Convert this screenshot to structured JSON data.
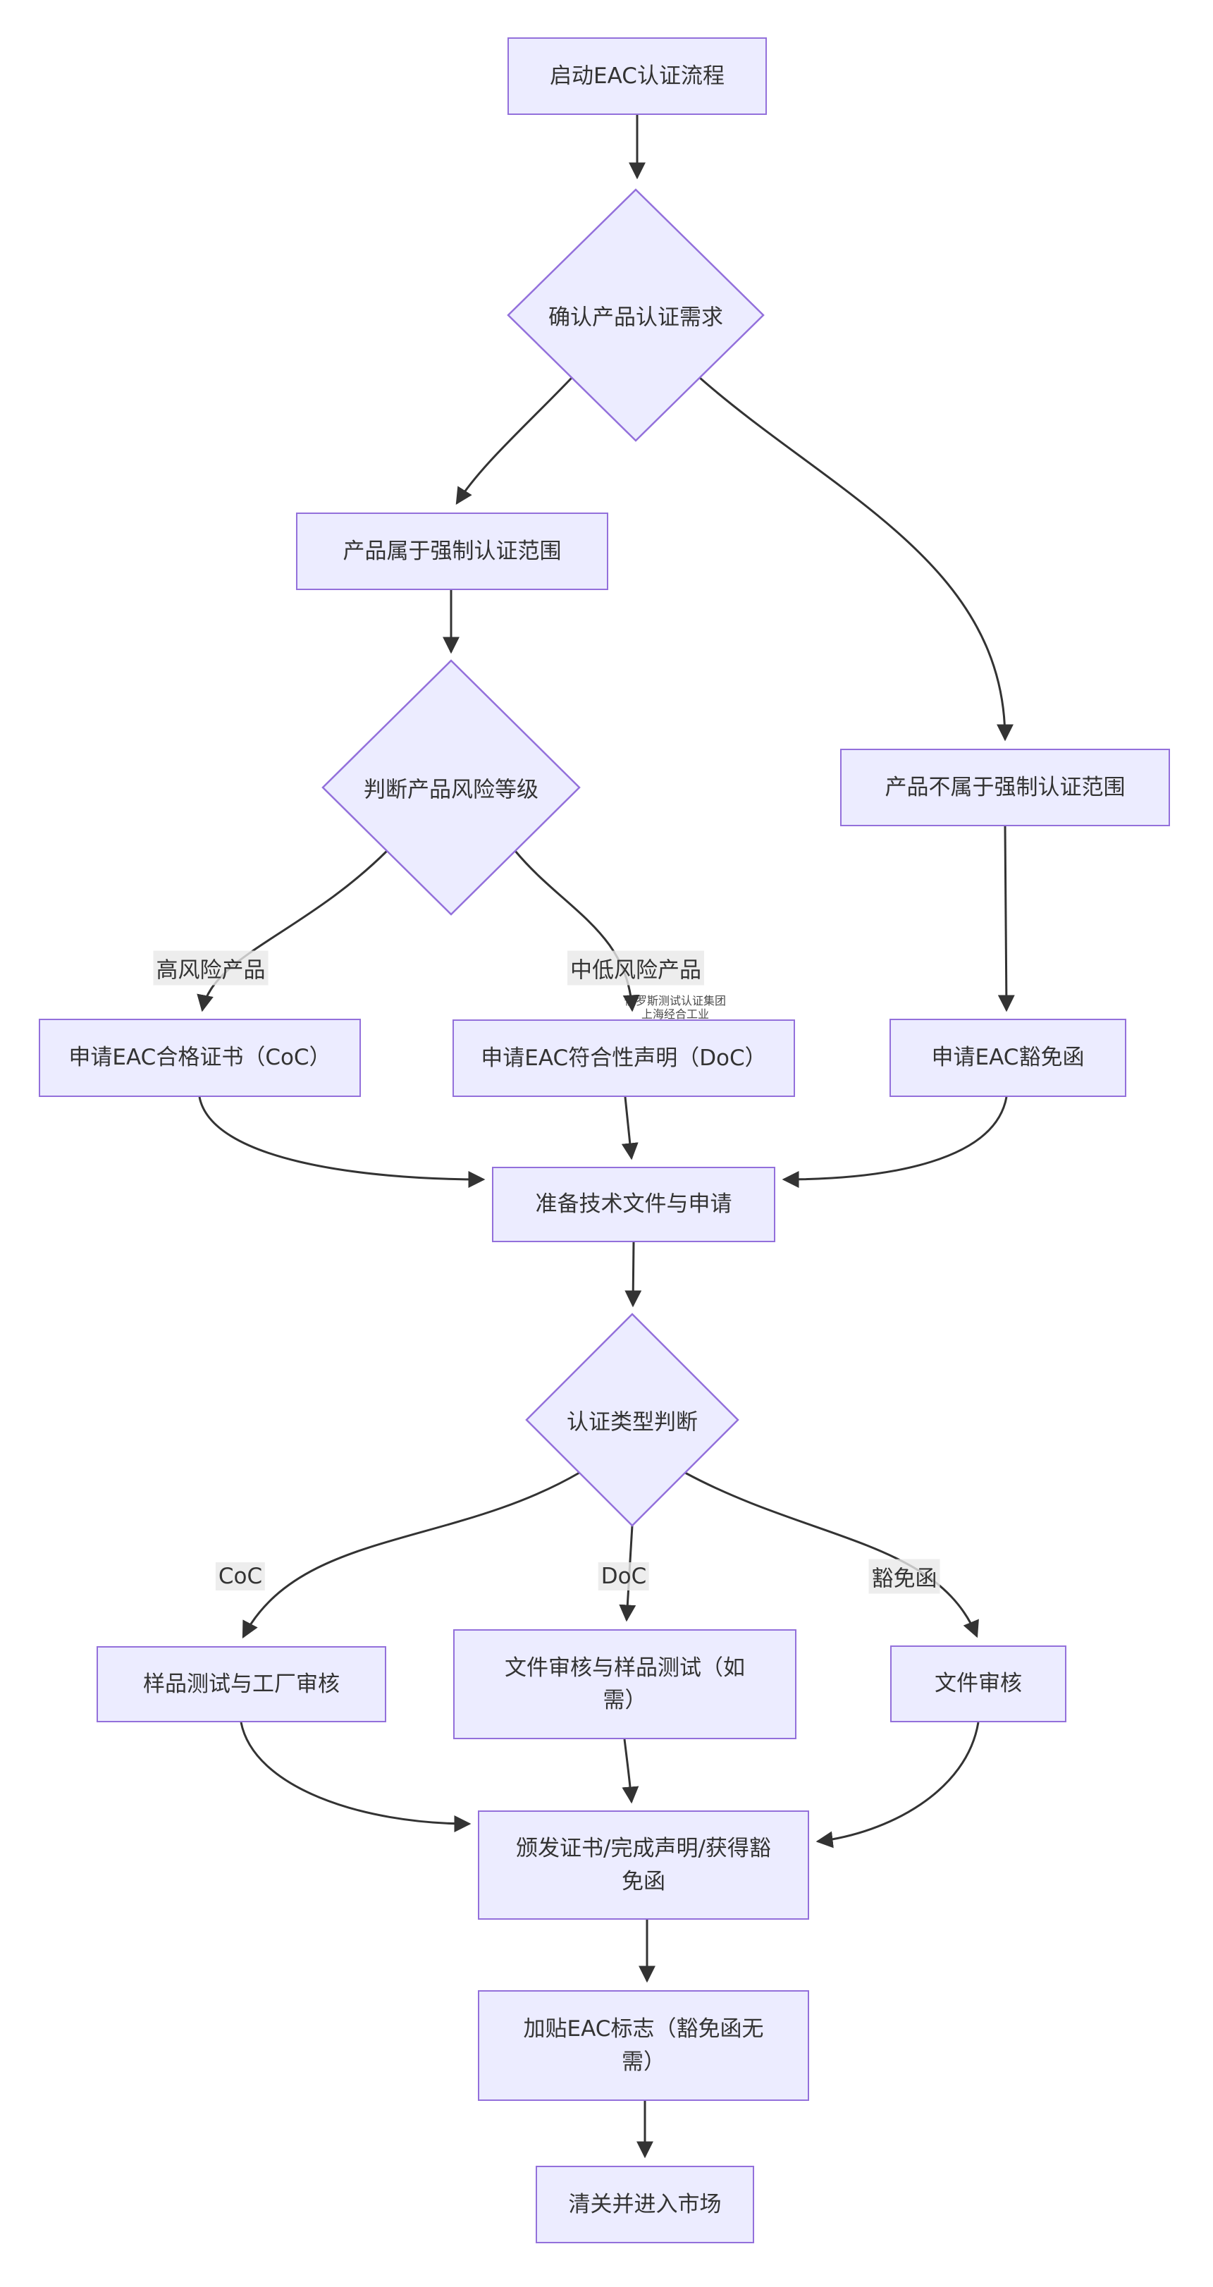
{
  "nodes": {
    "start": {
      "label": "启动EAC认证流程"
    },
    "confirm_need": {
      "label": "确认产品认证需求"
    },
    "in_scope": {
      "label": "产品属于强制认证范围"
    },
    "risk_level": {
      "label": "判断产品风险等级"
    },
    "not_in_scope": {
      "label": "产品不属于强制认证范围"
    },
    "apply_coc": {
      "label": "申请EAC合格证书（CoC）"
    },
    "apply_doc": {
      "label": "申请EAC符合性声明（DoC）"
    },
    "apply_exemption": {
      "label": "申请EAC豁免函"
    },
    "prepare_docs": {
      "label": "准备技术文件与申请"
    },
    "cert_type": {
      "label": "认证类型判断"
    },
    "sample_test": {
      "label": "样品测试与工厂审核"
    },
    "doc_review_sample": {
      "label": "文件审核与样品测试（如需）"
    },
    "doc_review": {
      "label": "文件审核"
    },
    "issue": {
      "label": "颁发证书/完成声明/获得豁免函"
    },
    "mark": {
      "label": "加贴EAC标志（豁免函无需）"
    },
    "customs": {
      "label": "清关并进入市场"
    }
  },
  "edge_labels": {
    "high_risk": "高风险产品",
    "mid_low_risk": "中低风险产品",
    "coc": "CoC",
    "doc": "DoC",
    "exemption": "豁免函"
  },
  "watermark": {
    "line1": "俄罗斯测试认证集团",
    "line2": "上海经合工业"
  },
  "colors": {
    "node_fill": "#ECECFF",
    "node_border": "#9370DB",
    "edge": "#333333",
    "label_bg": "#e8e8e8",
    "text": "#333333",
    "watermark": "#4d4d4d"
  }
}
